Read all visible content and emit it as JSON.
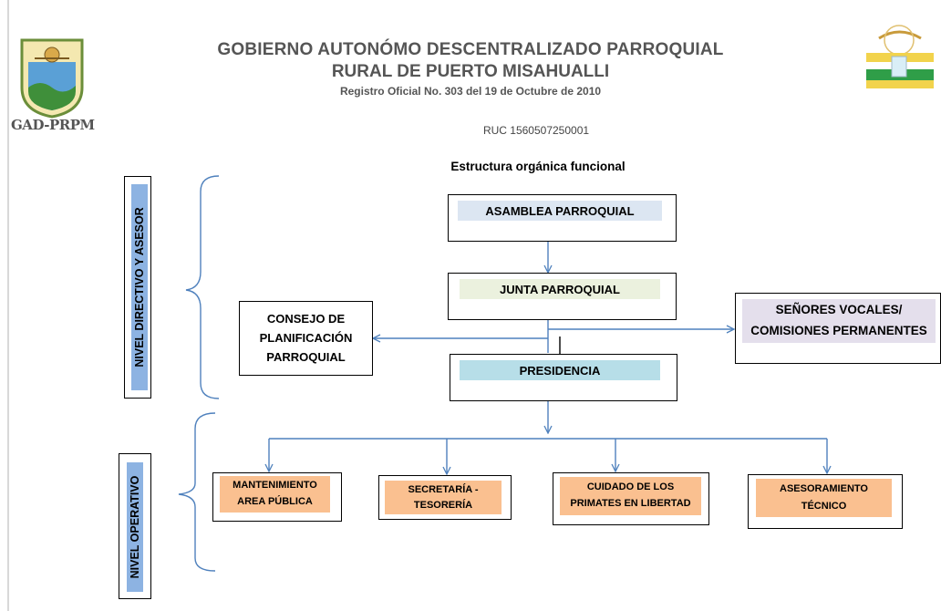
{
  "header": {
    "line1": "GOBIERNO AUTONÓMO DESCENTRALIZADO PARROQUIAL",
    "line2": "RURAL DE PUERTO MISAHUALLI",
    "line3": "Registro Oficial No. 303 del 19 de Octubre de 2010",
    "ruc": "RUC 1560507250001",
    "logo_caption": "GAD-PRPM"
  },
  "diagram": {
    "title": "Estructura orgánica funcional",
    "levels": {
      "directivo": "NIVEL DIRECTIVO Y ASESOR",
      "operativo": "NIVEL OPERATIVO"
    },
    "nodes": {
      "asamblea": "ASAMBLEA PARROQUIAL",
      "junta": "JUNTA  PARROQUIAL",
      "presidencia": "PRESIDENCIA",
      "consejo_l1": "CONSEJO DE",
      "consejo_l2": "PLANIFICACIÓN",
      "consejo_l3": "PARROQUIAL",
      "vocales_l1": "SEÑORES VOCALES/",
      "vocales_l2": "COMISIONES PERMANENTES",
      "mant_l1": "MANTENIMIENTO",
      "mant_l2": "AREA PÚBLICA",
      "secre_l1": "SECRETARÍA  -",
      "secre_l2": "TESORERÍA",
      "primates_l1": "CUIDADO DE LOS",
      "primates_l2": "PRIMATES EN LIBERTAD",
      "aseso_l1": "ASESORAMIENTO",
      "aseso_l2": "TÉCNICO"
    },
    "colors": {
      "asamblea": "#dce6f2",
      "junta": "#ebf1de",
      "presidencia": "#b7dee8",
      "vocales": "#e4dfec",
      "operativo": "#fac090",
      "level_label": "#8db3e2",
      "connector": "#4f81bd"
    }
  }
}
